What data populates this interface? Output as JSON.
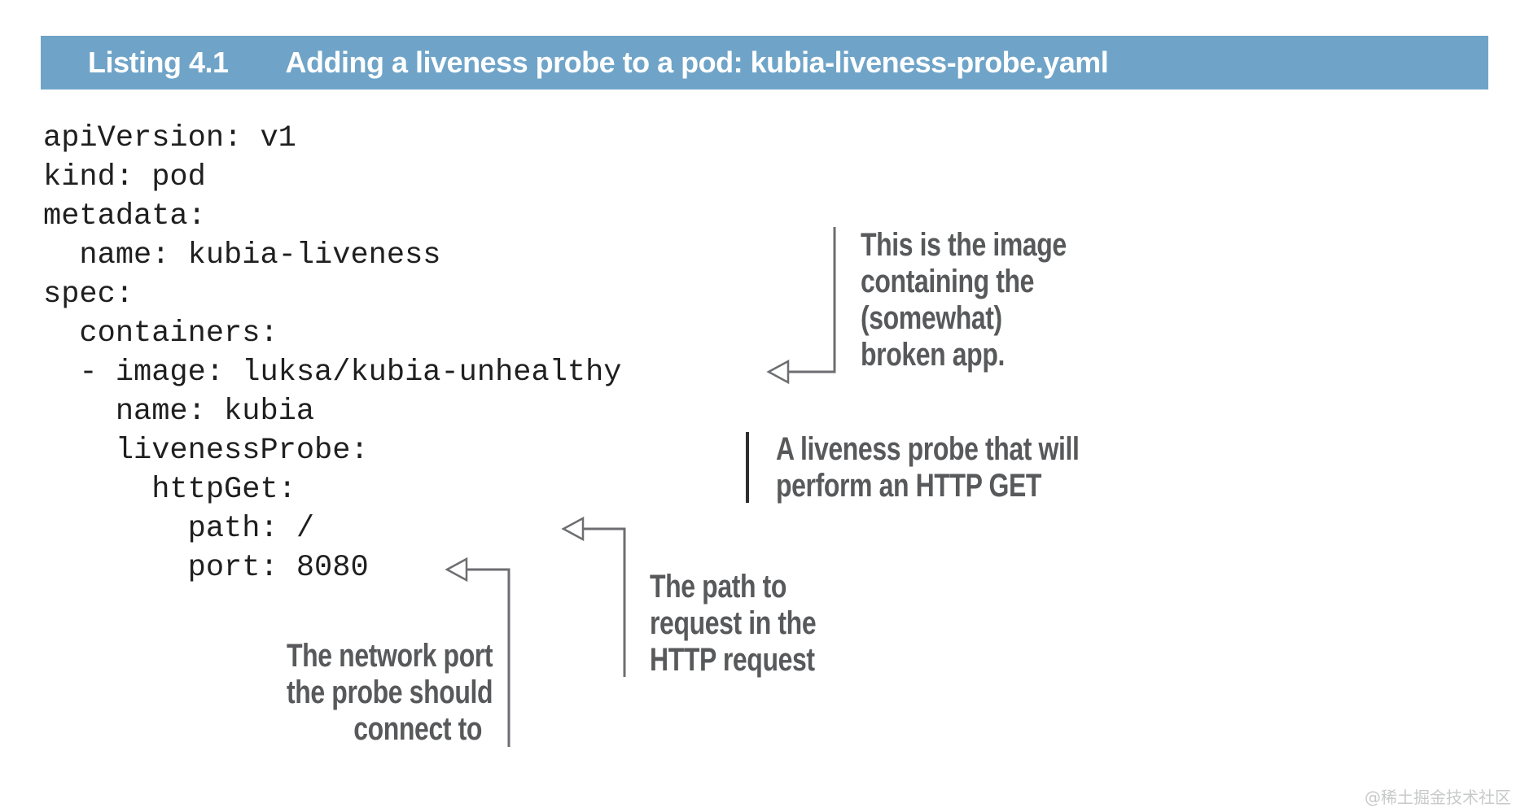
{
  "listing_header": {
    "label": "Listing 4.1",
    "title": "Adding a liveness probe to a pod: kubia-liveness-probe.yaml"
  },
  "code": {
    "language": "yaml",
    "text": "apiVersion: v1\nkind: pod\nmetadata:\n  name: kubia-liveness\nspec:\n  containers:\n  - image: luksa/kubia-unhealthy\n    name: kubia\n    livenessProbe:\n      httpGet:\n        path: /\n        port: 8080"
  },
  "annotations": [
    {
      "id": "image-note",
      "lines": [
        "This is the image",
        "containing the",
        "(somewhat)",
        "broken app."
      ],
      "points_to": "image: luksa/kubia-unhealthy"
    },
    {
      "id": "liveness-probe-note",
      "lines": [
        "A liveness probe that will",
        "perform an HTTP GET"
      ],
      "points_to": "livenessProbe:"
    },
    {
      "id": "path-note",
      "lines": [
        "The path to",
        "request in the",
        "HTTP request"
      ],
      "points_to": "path: /"
    },
    {
      "id": "port-note",
      "lines": [
        "The network port",
        "the probe should",
        "connect to"
      ],
      "points_to": "port: 8080"
    }
  ],
  "watermark": {
    "text": "@稀土掘金技术社区"
  },
  "colors": {
    "header_bg": "#6fa4c8",
    "header_text": "#ffffff",
    "code_text": "#1f1f1f",
    "note_text": "#58595b",
    "arrow": "#6d6e71",
    "bar": "#2e2e2e",
    "watermark": "#c8c9ca"
  }
}
